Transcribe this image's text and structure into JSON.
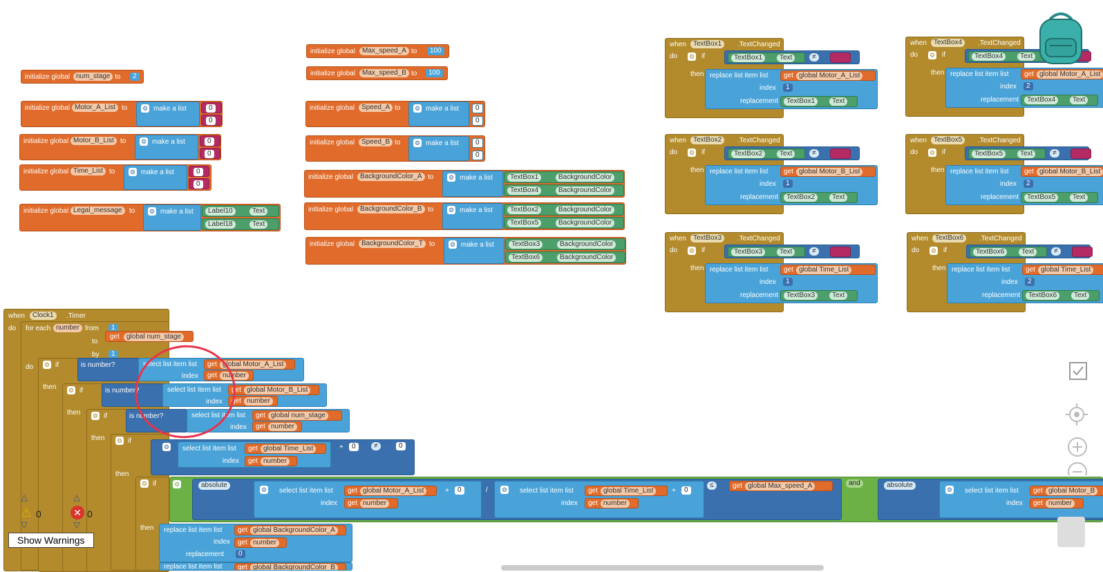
{
  "globals_left": [
    {
      "kw": "initialize global",
      "name": "num_stage",
      "to": "to",
      "val": "2"
    },
    {
      "kw": "initialize global",
      "name": "Motor_A_List",
      "to": "to",
      "fn": "make a list",
      "items": [
        "0",
        "0"
      ]
    },
    {
      "kw": "initialize global",
      "name": "Motor_B_List",
      "to": "to",
      "fn": "make a list",
      "items": [
        "0",
        "0"
      ]
    },
    {
      "kw": "initialize global",
      "name": "Time_List",
      "to": "to",
      "fn": "make a list",
      "items": [
        "0",
        "0"
      ]
    },
    {
      "kw": "initialize global",
      "name": "Legal_message",
      "to": "to",
      "fn": "make a list",
      "items": [
        "Label10",
        "Label18"
      ],
      "prop": "Text"
    }
  ],
  "globals_mid": [
    {
      "kw": "initialize global",
      "name": "Max_speed_A",
      "to": "to",
      "val": "100"
    },
    {
      "kw": "initialize global",
      "name": "Max_speed_B",
      "to": "to",
      "val": "100"
    },
    {
      "kw": "initialize global",
      "name": "Speed_A",
      "to": "to",
      "fn": "make a list",
      "items": [
        "0",
        "0"
      ]
    },
    {
      "kw": "initialize global",
      "name": "Speed_B",
      "to": "to",
      "fn": "make a list",
      "items": [
        "0",
        "0"
      ]
    },
    {
      "kw": "initialize global",
      "name": "BackgroundColor_A",
      "to": "to",
      "fn": "make a list",
      "items": [
        "TextBox1",
        "TextBox4"
      ],
      "prop": "BackgroundColor"
    },
    {
      "kw": "initialize global",
      "name": "BackgroundColor_B",
      "to": "to",
      "fn": "make a list",
      "items": [
        "TextBox2",
        "TextBox5"
      ],
      "prop": "BackgroundColor"
    },
    {
      "kw": "initialize global",
      "name": "BackgroundColor_T",
      "to": "to",
      "fn": "make a list",
      "items": [
        "TextBox3",
        "TextBox6"
      ],
      "prop": "BackgroundColor"
    }
  ],
  "events": [
    {
      "when": "when",
      "comp": "TextBox1",
      "evt": ".TextChanged",
      "do": "do",
      "if": "if",
      "then": "then",
      "prop": "Text",
      "op": "≠",
      "rl": "replace list item  list",
      "get": "get",
      "list": "global Motor_A_List",
      "index_lbl": "index",
      "index": "1",
      "repl_lbl": "replacement"
    },
    {
      "when": "when",
      "comp": "TextBox2",
      "evt": ".TextChanged",
      "do": "do",
      "if": "if",
      "then": "then",
      "prop": "Text",
      "op": "≠",
      "rl": "replace list item  list",
      "get": "get",
      "list": "global Motor_B_List",
      "index_lbl": "index",
      "index": "1",
      "repl_lbl": "replacement"
    },
    {
      "when": "when",
      "comp": "TextBox3",
      "evt": ".TextChanged",
      "do": "do",
      "if": "if",
      "then": "then",
      "prop": "Text",
      "op": "≠",
      "rl": "replace list item  list",
      "get": "get",
      "list": "global Time_List",
      "index_lbl": "index",
      "index": "1",
      "repl_lbl": "replacement"
    },
    {
      "when": "when",
      "comp": "TextBox4",
      "evt": ".TextChanged",
      "do": "do",
      "if": "if",
      "then": "then",
      "prop": "Text",
      "op": "≠",
      "rl": "replace list item  list",
      "get": "get",
      "list": "global Motor_A_List",
      "index_lbl": "index",
      "index": "2",
      "repl_lbl": "replacement"
    },
    {
      "when": "when",
      "comp": "TextBox5",
      "evt": ".TextChanged",
      "do": "do",
      "if": "if",
      "then": "then",
      "prop": "Text",
      "op": "≠",
      "rl": "replace list item  list",
      "get": "get",
      "list": "global Motor_B_List",
      "index_lbl": "index",
      "index": "2",
      "repl_lbl": "replacement"
    },
    {
      "when": "when",
      "comp": "TextBox6",
      "evt": ".TextChanged",
      "do": "do",
      "if": "if",
      "then": "then",
      "prop": "Text",
      "op": "≠",
      "rl": "replace list item  list",
      "get": "get",
      "list": "global Time_List",
      "index_lbl": "index",
      "index": "2",
      "repl_lbl": "replacement"
    }
  ],
  "timer": {
    "when": "when",
    "comp": "Clock1",
    "evt": ".Timer",
    "do": "do",
    "foreach": "for each",
    "var": "number",
    "from": "from",
    "from_val": "1",
    "to": "to",
    "to_get": "global num_stage",
    "by": "by",
    "by_val": "1",
    "do2": "do",
    "if": "if",
    "then": "then",
    "isnum": "is number?",
    "sli": "select list item  list",
    "index": "index",
    "get": "get",
    "rows": [
      {
        "list": "global Motor_A_List",
        "idx": "number"
      },
      {
        "list": "global Motor_B_List",
        "idx": "number"
      },
      {
        "list": "global num_stage",
        "idx": "number"
      }
    ],
    "cond4": {
      "list": "global Time_List",
      "idx": "number",
      "plus": "+",
      "zero": "0",
      "ne": "≠",
      "zero2": "0"
    },
    "cond5": {
      "abs": "absolute",
      "list1": "global Motor_A_List",
      "plus": "+",
      "zero": "0",
      "div": "/",
      "list2": "global Time_List",
      "idx": "number",
      "le": "≤",
      "max": "global Max_speed_A",
      "and": "and",
      "abs2": "absolute",
      "list3": "global Motor_B"
    },
    "then_rows": [
      {
        "rl": "replace list item  list",
        "list": "global BackgroundColor_A",
        "index_lbl": "index",
        "idx": "number",
        "repl_lbl": "replacement",
        "repl": "0"
      },
      {
        "rl": "replace list item  list",
        "list": "global BackgroundColor_B"
      }
    ]
  },
  "warnings": {
    "warn_count": "0",
    "err_count": "0",
    "button": "Show Warnings"
  },
  "icons": [
    "backpack-icon",
    "checkbox-icon",
    "target-icon",
    "zoom-in-icon",
    "zoom-out-icon",
    "trash-icon"
  ],
  "colors": {
    "variable": "#e06b2a",
    "list": "#4aa3d8",
    "control": "#b38b2d",
    "component": "#4c9e6a",
    "text": "#b42a63",
    "logic": "#6cb145"
  }
}
